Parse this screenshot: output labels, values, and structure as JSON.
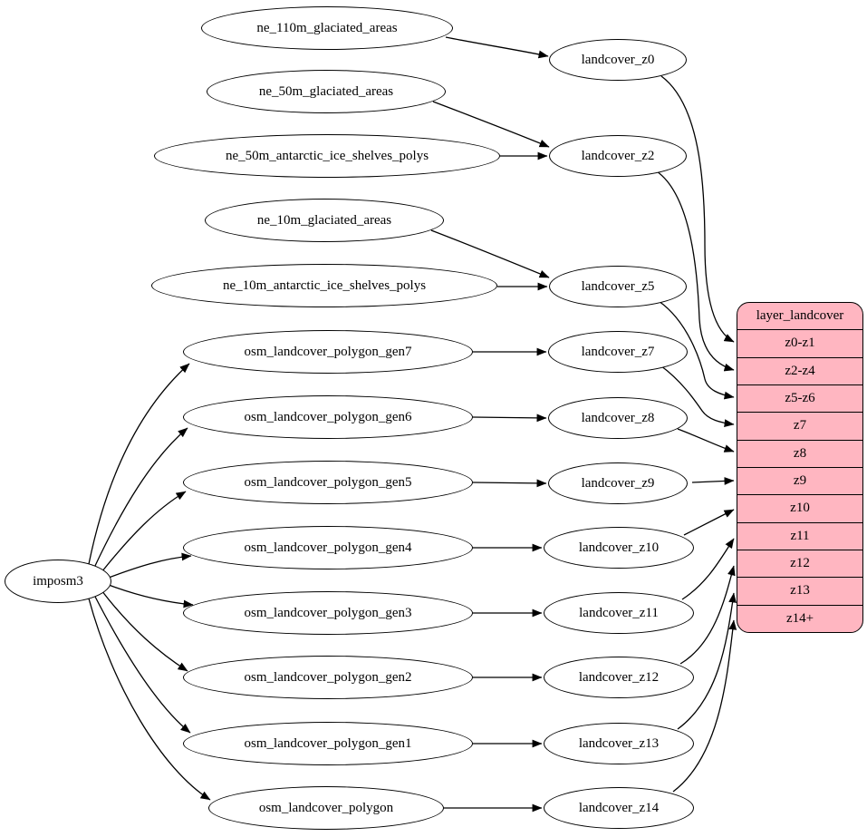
{
  "diagram": {
    "colors": {
      "background": "#ffffff",
      "node_fill": "#ffffff",
      "stroke": "#000000",
      "record_fill": "#ffb6c1"
    },
    "root": {
      "label": "imposm3"
    },
    "sources": [
      "ne_110m_glaciated_areas",
      "ne_50m_glaciated_areas",
      "ne_50m_antarctic_ice_shelves_polys",
      "ne_10m_glaciated_areas",
      "ne_10m_antarctic_ice_shelves_polys",
      "osm_landcover_polygon_gen7",
      "osm_landcover_polygon_gen6",
      "osm_landcover_polygon_gen5",
      "osm_landcover_polygon_gen4",
      "osm_landcover_polygon_gen3",
      "osm_landcover_polygon_gen2",
      "osm_landcover_polygon_gen1",
      "osm_landcover_polygon"
    ],
    "intermediates": [
      "landcover_z0",
      "landcover_z2",
      "landcover_z5",
      "landcover_z7",
      "landcover_z8",
      "landcover_z9",
      "landcover_z10",
      "landcover_z11",
      "landcover_z12",
      "landcover_z13",
      "landcover_z14"
    ],
    "record": {
      "title": "layer_landcover",
      "rows": [
        "z0-z1",
        "z2-z4",
        "z5-z6",
        "z7",
        "z8",
        "z9",
        "z10",
        "z11",
        "z12",
        "z13",
        "z14+"
      ]
    },
    "edges": [
      [
        "imposm3",
        "osm_landcover_polygon_gen7"
      ],
      [
        "imposm3",
        "osm_landcover_polygon_gen6"
      ],
      [
        "imposm3",
        "osm_landcover_polygon_gen5"
      ],
      [
        "imposm3",
        "osm_landcover_polygon_gen4"
      ],
      [
        "imposm3",
        "osm_landcover_polygon_gen3"
      ],
      [
        "imposm3",
        "osm_landcover_polygon_gen2"
      ],
      [
        "imposm3",
        "osm_landcover_polygon_gen1"
      ],
      [
        "imposm3",
        "osm_landcover_polygon"
      ],
      [
        "ne_110m_glaciated_areas",
        "landcover_z0"
      ],
      [
        "ne_50m_glaciated_areas",
        "landcover_z2"
      ],
      [
        "ne_50m_antarctic_ice_shelves_polys",
        "landcover_z2"
      ],
      [
        "ne_10m_glaciated_areas",
        "landcover_z5"
      ],
      [
        "ne_10m_antarctic_ice_shelves_polys",
        "landcover_z5"
      ],
      [
        "osm_landcover_polygon_gen7",
        "landcover_z7"
      ],
      [
        "osm_landcover_polygon_gen6",
        "landcover_z8"
      ],
      [
        "osm_landcover_polygon_gen5",
        "landcover_z9"
      ],
      [
        "osm_landcover_polygon_gen4",
        "landcover_z10"
      ],
      [
        "osm_landcover_polygon_gen3",
        "landcover_z11"
      ],
      [
        "osm_landcover_polygon_gen2",
        "landcover_z12"
      ],
      [
        "osm_landcover_polygon_gen1",
        "landcover_z13"
      ],
      [
        "osm_landcover_polygon",
        "landcover_z14"
      ],
      [
        "landcover_z0",
        "layer_landcover:z0-z1"
      ],
      [
        "landcover_z2",
        "layer_landcover:z2-z4"
      ],
      [
        "landcover_z5",
        "layer_landcover:z5-z6"
      ],
      [
        "landcover_z7",
        "layer_landcover:z7"
      ],
      [
        "landcover_z8",
        "layer_landcover:z8"
      ],
      [
        "landcover_z9",
        "layer_landcover:z9"
      ],
      [
        "landcover_z10",
        "layer_landcover:z10"
      ],
      [
        "landcover_z11",
        "layer_landcover:z11"
      ],
      [
        "landcover_z12",
        "layer_landcover:z12"
      ],
      [
        "landcover_z13",
        "layer_landcover:z13"
      ],
      [
        "landcover_z14",
        "layer_landcover:z14+"
      ]
    ]
  }
}
